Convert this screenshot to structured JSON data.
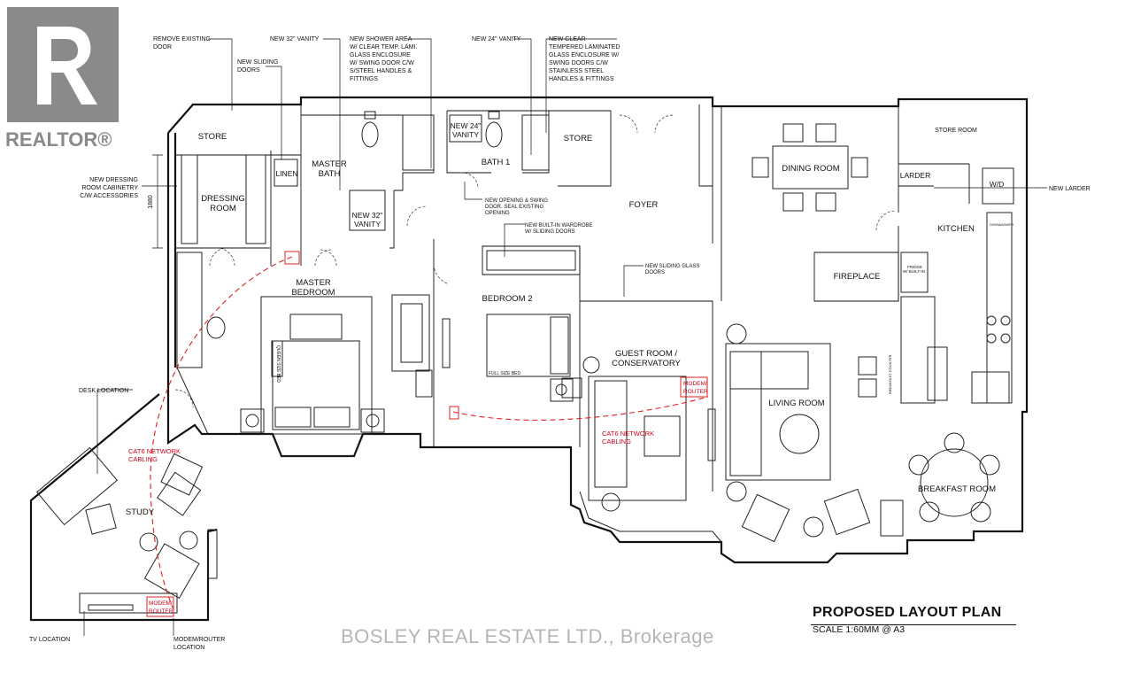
{
  "logo": {
    "text": "REALTOR®"
  },
  "watermark": "BOSLEY REAL ESTATE LTD., Brokerage",
  "title_block": {
    "title": "PROPOSED LAYOUT PLAN",
    "scale": "SCALE 1:60MM @ A3"
  },
  "rooms": {
    "store_left": "STORE",
    "dressing_1": "DRESSING",
    "dressing_2": "ROOM",
    "linen": "LINEN",
    "master_bath_1": "MASTER",
    "master_bath_2": "BATH",
    "vanity32_1": "NEW 32\"",
    "vanity32_2": "VANITY",
    "vanity24_1": "NEW 24\"",
    "vanity24_2": "VANITY",
    "bath1": "BATH 1",
    "store_mid": "STORE",
    "foyer": "FOYER",
    "dining": "DINING ROOM",
    "store_room": "STORE ROOM",
    "larder": "LARDER",
    "wd": "W/D",
    "kitchen": "KITCHEN",
    "fireplace": "FIREPLACE",
    "master_bed_1": "MASTER",
    "master_bed_2": "BEDROOM",
    "bedroom2": "BEDROOM 2",
    "guest_1": "GUEST ROOM /",
    "guest_2": "CONSERVATORY",
    "living": "LIVING ROOM",
    "breakfast": "BREAKFAST ROOM",
    "study": "STUDY",
    "full_bed": "FULL SIZE BED",
    "queen_bed": "QUEEN SIZE BED"
  },
  "notes": {
    "remove_door_1": "REMOVE EXISTING",
    "remove_door_2": "DOOR",
    "sliding_1": "NEW SLIDING",
    "sliding_2": "DOORS",
    "vanity32_note": "NEW 32\" VANITY",
    "shower_1": "NEW SHOWER AREA",
    "shower_2": "W/ CLEAR TEMP. LAMI.",
    "shower_3": "GLASS ENCLOSURE",
    "shower_4": "W/ SWING DOOR C/W",
    "shower_5": "S/STEEL HANDLES &",
    "shower_6": "FITTINGS",
    "vanity24_note": "NEW 24\" VANITY",
    "clear_1": "NEW CLEAR",
    "clear_2": "TEMPERED LAMINATED",
    "clear_3": "GLASS ENCLOSURE W/",
    "clear_4": "SWING DOORS C/W",
    "clear_5": "STAINLESS STEEL",
    "clear_6": "HANDLES & FITTINGS",
    "dressing_cab_1": "NEW DRESSING",
    "dressing_cab_2": "ROOM CABINETRY",
    "dressing_cab_3": "C/W ACCESSORIES",
    "dim_1880": "1880",
    "opening_1": "NEW OPENING & SWING",
    "opening_2": "DOOR. SEAL EXISTING",
    "opening_3": "OPENING",
    "wardrobe_1": "NEW BUILT-IN WARDROBE",
    "wardrobe_2": "W/ SLIDING DOORS",
    "glass_doors_1": "NEW SLIDING GLASS",
    "glass_doors_2": "DOORS",
    "new_larder": "NEW LARDER",
    "desk": "DESK LOCATION",
    "tv": "TV LOCATION",
    "modem_loc_1": "MODEM/ROUTER",
    "modem_loc_2": "LOCATION",
    "dishwasher": "DISHWASHER",
    "fridge_1": "FRIDGE",
    "fridge_2": "W/ BUILT-IN",
    "breakfast_counter": "BREAKFAST COUNTER"
  },
  "network": {
    "cable_1": "CAT6 NETWORK",
    "cable_2": "CABLING",
    "modem_1": "MODEM/",
    "modem_2": "ROUTER"
  },
  "colors": {
    "walls": "#111111",
    "network": "#e02020",
    "logo": "#8a8a8a",
    "watermark": "#787878"
  }
}
